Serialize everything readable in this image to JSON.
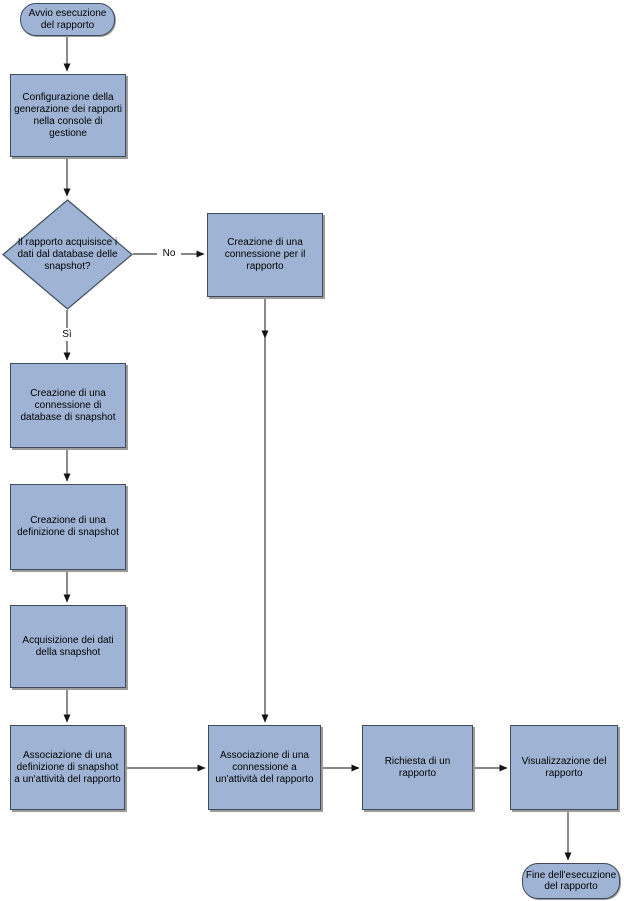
{
  "flowchart": {
    "nodes": {
      "start": {
        "label": "Avvio esecuzione del rapporto"
      },
      "config": {
        "label": "Configurazione della generazione dei rapporti nella console di gestione"
      },
      "decision": {
        "label": "Il rapporto acquisisce i dati dal database delle snapshot?"
      },
      "create_connection_report": {
        "label": "Creazione di una connessione per il rapporto"
      },
      "create_snapshot_db_connection": {
        "label": "Creazione di una connessione di database di snapshot"
      },
      "create_snapshot_definition": {
        "label": "Creazione di una definizione di snapshot"
      },
      "acquire_snapshot_data": {
        "label": "Acquisizione dei dati della snapshot"
      },
      "associate_snapshot_definition": {
        "label": "Associazione di una definizione di snapshot a un'attività del rapporto"
      },
      "associate_connection": {
        "label": "Associazione di una connessione a un'attività del rapporto"
      },
      "request_report": {
        "label": "Richiesta di un rapporto"
      },
      "view_report": {
        "label": "Visualizzazione del rapporto"
      },
      "end": {
        "label": "Fine dell'esecuzione del rapporto"
      }
    },
    "edge_labels": {
      "no": "No",
      "yes": "Sì"
    },
    "colors": {
      "shape_fill": "#9FB4D4",
      "shape_border": "#3F4B5C",
      "shape_shadow": "#9B9B9B",
      "connector": "#3C3C3C",
      "text": "#000000",
      "background": "#FFFFFF"
    }
  }
}
